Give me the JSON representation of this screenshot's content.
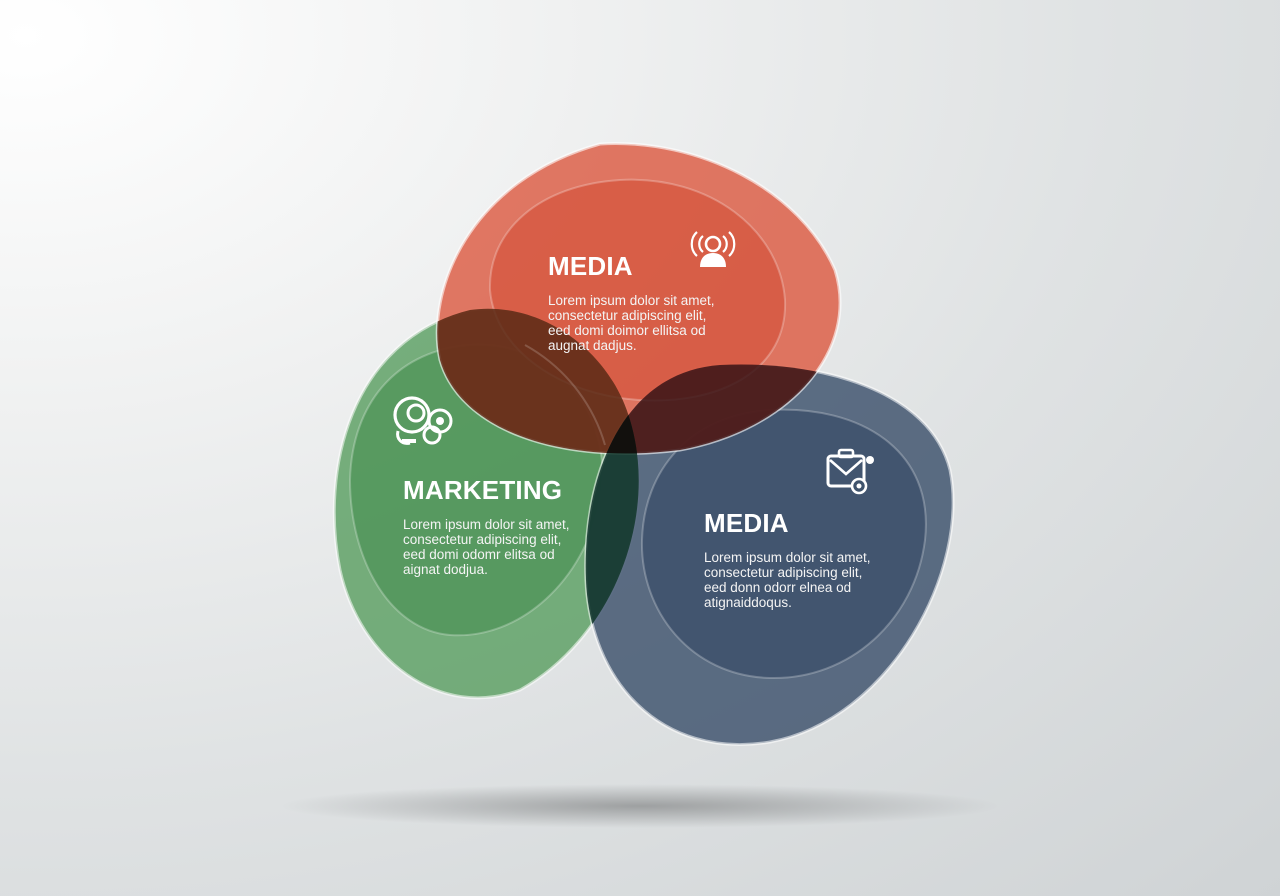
{
  "colors": {
    "red": "#d9543c",
    "green": "#4f9a57",
    "navy": "#3f536c",
    "overlap": "#2b1a17"
  },
  "circles": [
    {
      "id": "media-top",
      "title": "MEDIA",
      "icon": "user-signal-icon",
      "lines": [
        "Lorem ipsum dolor sit amet,",
        "consectetur adipiscing elit,",
        "eed domi doimor ellitsa od",
        "augnat dadjus."
      ]
    },
    {
      "id": "marketing",
      "title": "MARKETING",
      "icon": "gears-cycle-icon",
      "lines": [
        "Lorem ipsum dolor sit amet,",
        "consectetur adipiscing elit,",
        "eed domi odomr elitsa od",
        "aignat dodjua."
      ]
    },
    {
      "id": "media-right",
      "title": "MEDIA",
      "icon": "mail-briefcase-icon",
      "lines": [
        "Lorem ipsum dolor sit amet,",
        "consectetur adipiscing elit,",
        "eed donn odorr elnea od",
        "atignaiddoqus."
      ]
    }
  ]
}
